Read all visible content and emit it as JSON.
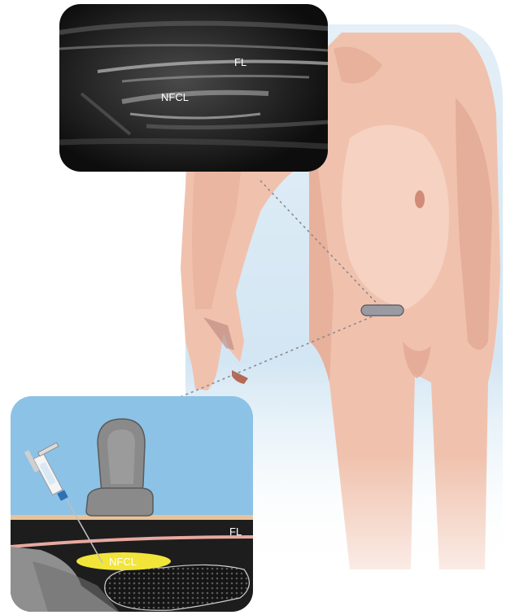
{
  "ultrasound": {
    "labels": {
      "fascia_lata": "FL",
      "nerve": "NFCL"
    }
  },
  "cross_section": {
    "labels": {
      "fascia_lata": "FL",
      "nerve": "NFCL"
    }
  },
  "colors": {
    "skin": "#f0c2ae",
    "skin_shadow": "#dd9f8a",
    "backdrop": "#d6e8f4",
    "panel_sky": "#8cc2e5",
    "dark_tissue": "#1d1d1d",
    "fascia_line": "#e8a9a0",
    "nerve": "#f2e53a",
    "probe": "#8a8a8a",
    "needle_tip": "#2f6fb3"
  }
}
